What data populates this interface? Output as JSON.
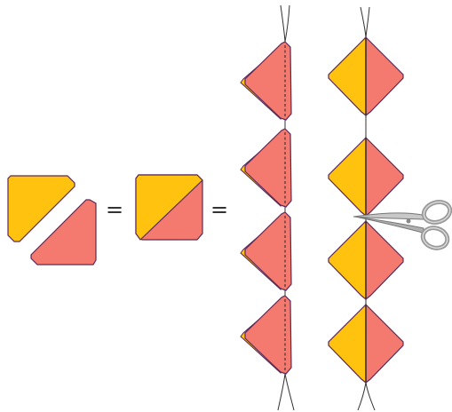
{
  "equation": {
    "equals_1": "=",
    "equals_2": "=",
    "steps": [
      "triangle-pair",
      "half-square-triangle-unit",
      "chain-pieced-units"
    ]
  },
  "chain_count": 4,
  "colors": {
    "yellow": "#ffc20e",
    "salmon": "#f47a70",
    "outline": "#5a2a5a",
    "seam": "#222222",
    "thread": "#333333",
    "scissors_metal": "#b8b8b8",
    "scissors_dark": "#777777"
  },
  "icons": {
    "cut": "scissors-icon",
    "thread": "thread-line"
  }
}
